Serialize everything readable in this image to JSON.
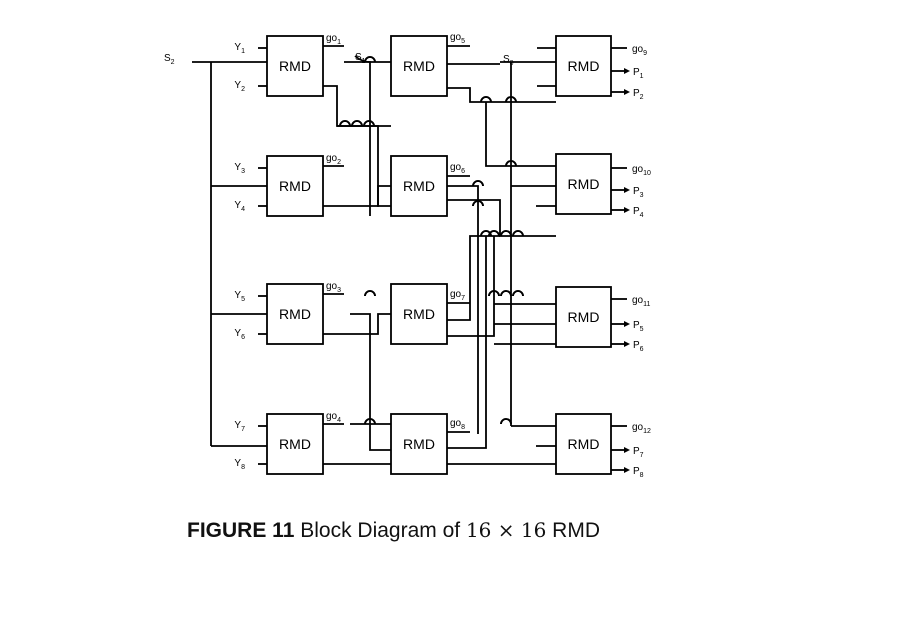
{
  "diagram": {
    "block_label": "RMD",
    "select_input": "S2",
    "inputs": [
      "Y1",
      "Y2",
      "Y3",
      "Y4",
      "Y5",
      "Y6",
      "Y7",
      "Y8"
    ],
    "select_labels": [
      "S1",
      "S0"
    ],
    "group_signals": [
      "go1",
      "go2",
      "go3",
      "go4",
      "go5",
      "go6",
      "go7",
      "go8",
      "go9",
      "go10",
      "go11",
      "go12"
    ],
    "outputs": [
      "P1",
      "P2",
      "P3",
      "P4",
      "P5",
      "P6",
      "P7",
      "P8"
    ]
  },
  "caption": {
    "prefix": "FIGURE 11",
    "text": "Block Diagram of",
    "math": "16 × 16",
    "suffix": "RMD"
  }
}
